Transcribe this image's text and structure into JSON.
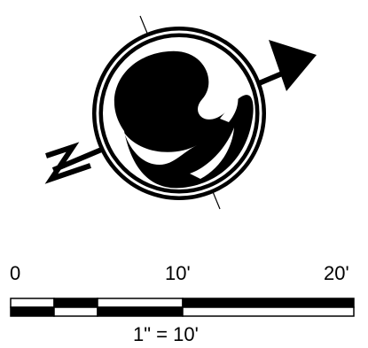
{
  "north_arrow": {
    "label": "N",
    "icon": "north-arrow-icon",
    "colors": {
      "ink": "#000000",
      "paper": "#ffffff"
    }
  },
  "scale_bar": {
    "ticks": [
      "0",
      "10'",
      "20'"
    ],
    "ratio": "1\" = 10'",
    "colors": {
      "dark": "#000000",
      "light": "#ffffff"
    }
  }
}
